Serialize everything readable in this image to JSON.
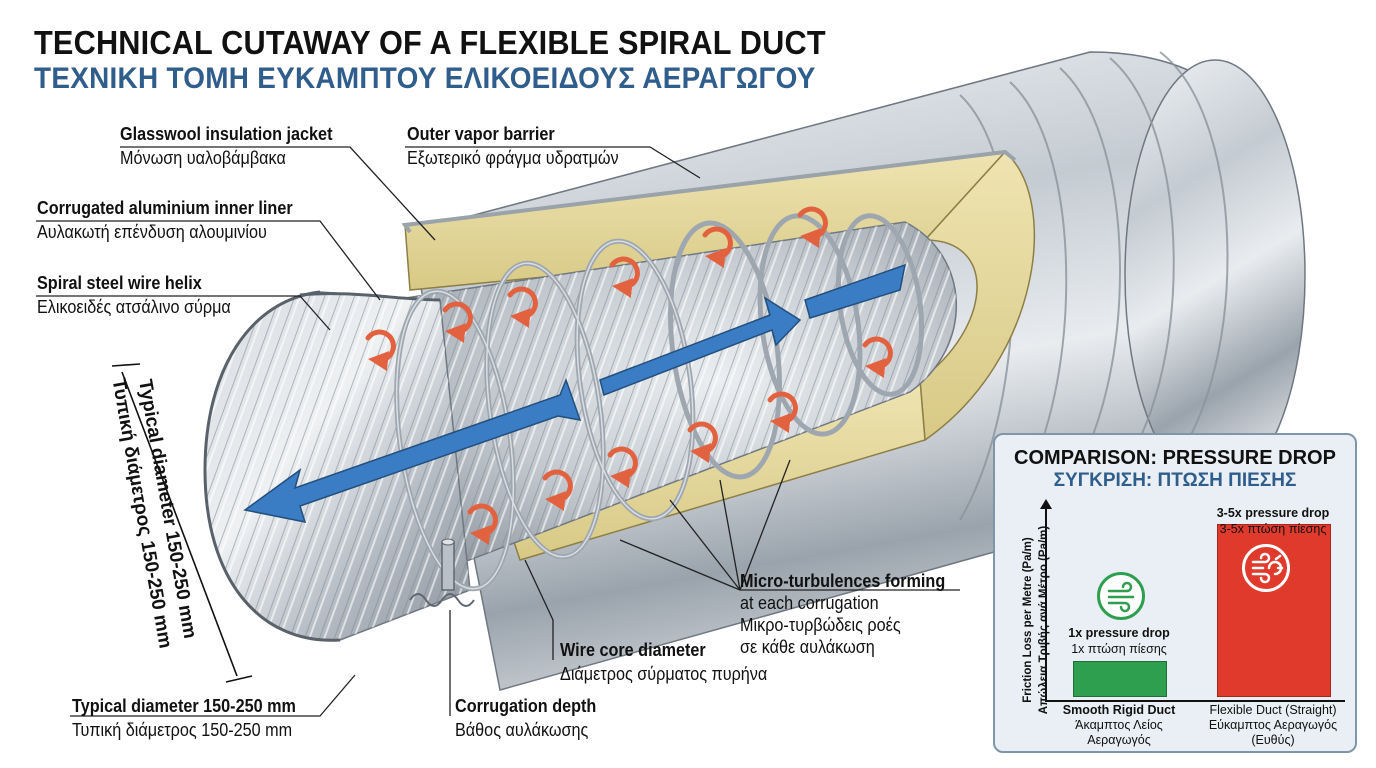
{
  "title": {
    "en": "TECHNICAL CUTAWAY OF A FLEXIBLE SPIRAL DUCT",
    "gr": "ΤΕΧΝΙΚΗ ΤΟΜΗ ΕΥΚΑΜΠΤΟΥ ΕΛΙΚΟΕΙΔΟΥΣ ΑΕΡΑΓΩΓΟΥ"
  },
  "labels": {
    "glasswool": {
      "en": "Glasswool insulation jacket",
      "gr": "Μόνωση υαλοβάμβακα"
    },
    "vapor": {
      "en": "Outer vapor barrier",
      "gr": "Εξωτερικό φράγμα υδρατμών"
    },
    "liner": {
      "en": "Corrugated aluminium inner liner",
      "gr": "Αυλακωτή επένδυση αλουμινίου"
    },
    "helix": {
      "en": "Spiral steel wire helix",
      "gr": "Ελικοειδές ατσάλινο σύρμα"
    },
    "diameter_side": {
      "en": "Typical diameter 150-250 mm",
      "gr": "Τυπική διάμετρος 150-250 mm"
    },
    "diameter_bottom": {
      "en": "Typical diameter 150-250 mm",
      "gr": "Τυπική διάμετρος 150-250 mm"
    },
    "corrugation": {
      "en": "Corrugation depth",
      "gr": "Βάθος αυλάκωσης"
    },
    "wire_core": {
      "en": "Wire core diameter",
      "gr": "Διάμετρος σύρματος πυρήνα"
    },
    "micro": {
      "en1": "Micro-turbulences forming",
      "en2": "at each corrugation",
      "gr1": "Μικρο-τυρβώδεις ροές",
      "gr2": "σε κάθε αυλάκωση"
    }
  },
  "comparison": {
    "title_en": "COMPARISON: PRESSURE DROP",
    "title_gr": "ΣΥΓΚΡΙΣΗ: ΠΤΩΣΗ ΠΙΕΣΗΣ",
    "y_axis_en": "Friction Loss per Metre (Pa/m)",
    "y_axis_gr": "Απώλεια Τριβής ανά Μέτρο (Pa/m)",
    "bars": [
      {
        "value_en": "1x pressure drop",
        "value_gr": "1x πτώση πίεσης",
        "cat_en": "Smooth Rigid Duct",
        "cat_gr1": "Άκαμπτος Λείος",
        "cat_gr2": "Αεραγωγός",
        "relative": 1,
        "color": "#2e9e4f",
        "icon": "smooth-airflow-icon"
      },
      {
        "value_en": "3-5x pressure drop",
        "value_gr": "3-5x πτώση πίεσης",
        "cat_en": "Flexible Duct (Straight)",
        "cat_gr1": "Εύκαμπτος Αεραγωγός",
        "cat_gr2": "(Ευθύς)",
        "relative": 4,
        "color": "#e03a2c",
        "icon": "turbulent-airflow-icon"
      }
    ]
  },
  "colors": {
    "airflow_arrow": "#3a7dc4",
    "turbulence_arrow": "#e2623f",
    "insulation": "#e3d6a0",
    "title_accent": "#2f5d8c"
  }
}
